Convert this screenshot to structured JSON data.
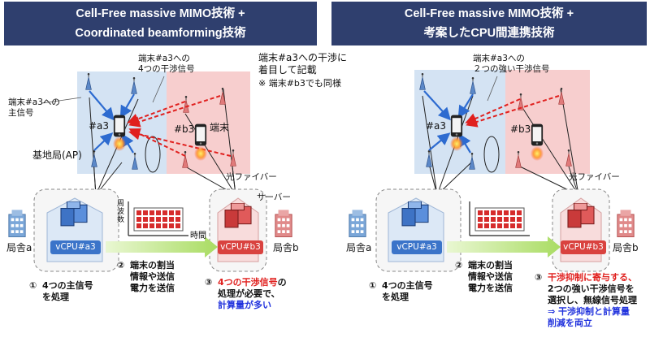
{
  "left": {
    "header_line1": "Cell-Free massive MIMO技術 +",
    "header_line2": "Coordinated beamforming技術",
    "interference_label": "端末#a3への\n4つの干渉信号",
    "main_signal_label": "端末#a3への\n主信号",
    "ap_label": "基地局(AP)",
    "device_a3": "#a3",
    "device_b3": "#b3",
    "terminal_label": "端末",
    "fiber_label": "光ファイバー",
    "server_label": "サーバー",
    "freq_axis": "周\n波\n数",
    "time_axis": "時間",
    "building_a": "局舎a",
    "building_b": "局舎b",
    "vcpu_a": "vCPU#a3",
    "vcpu_b": "vCPU#b3",
    "step1_num": "①",
    "step1_text": "4つの主信号\nを処理",
    "step2_num": "②",
    "step2_text": "端末の割当\n情報や送信\n電力を送信",
    "step3_num": "③",
    "step3_red": "4つの干渉信号",
    "step3_mid": "の\n処理が必要で、",
    "step3_blue": "計算量が多い"
  },
  "right": {
    "header_line1": "Cell-Free massive MIMO技術 +",
    "header_line2": "考案したCPU間連携技術",
    "interference_label": "端末#a3への\n２つの強い干渉信号",
    "device_a3": "#a3",
    "device_b3": "#b3",
    "fiber_label": "光ファイバー",
    "building_a": "局舎a",
    "building_b": "局舎b",
    "vcpu_a": "vCPU#a3",
    "vcpu_b": "vCPU#b3",
    "step1_num": "①",
    "step1_text": "4つの主信号\nを処理",
    "step2_num": "②",
    "step2_text": "端末の割当\n情報や送信\n電力を送信",
    "step3_num": "③",
    "step3_red": "干渉抑制に寄与する、",
    "step3_mid": "2つの強い干渉信号を\n選択し、無線信号処理",
    "step3_blue": "⇒ 干渉抑制と計算量\n削減を両立"
  },
  "note": {
    "line1": "端末#a3への干渉に",
    "line2": "着目して記載",
    "line3": "※ 端末#b3でも同様"
  },
  "colors": {
    "header_bg": "#2f3f6e",
    "cell_a": "#cfe0f2",
    "cell_b": "#f6c9c9",
    "vcpu_a": "#3b74c9",
    "vcpu_b": "#d9423f",
    "interference": "#e0201e",
    "main_signal": "#2d6bd0",
    "arrow_green": "#b7e27a"
  },
  "icons": [
    "antenna-icon",
    "smartphone-icon",
    "server-icon",
    "building-icon",
    "cloud-icon"
  ]
}
